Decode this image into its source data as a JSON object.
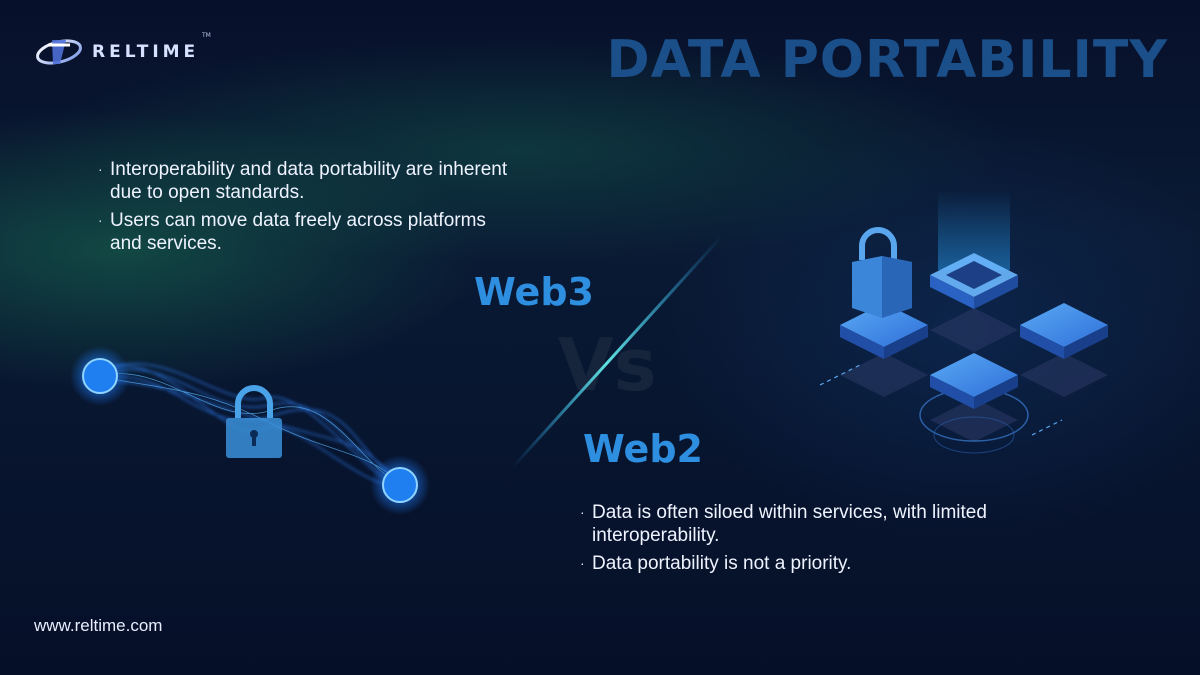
{
  "brand": {
    "name": "RELTIME",
    "trademark": "TM",
    "logo_icon": "reltime-logo-icon",
    "url": "www.reltime.com"
  },
  "title": "DATA PORTABILITY",
  "web3": {
    "heading": "Web3",
    "bullets": [
      "Interoperability and data portability are inherent due to open standards.",
      "Users can move data freely across platforms and services."
    ]
  },
  "web2": {
    "heading": "Web2",
    "bullets": [
      "Data is often siloed within services, with limited interoperability.",
      "Data portability is not a priority."
    ]
  },
  "vs_label": "Vs",
  "bullet_glyph": "·",
  "icons": {
    "left_graphic": "connected-padlock-wave-icon",
    "right_graphic": "isometric-data-blocks-padlock-icon"
  },
  "colors": {
    "title": "#1b4f8a",
    "heading": "#2e8fe0",
    "accent_cyan": "#3fb6ff",
    "background": "#07102a"
  }
}
